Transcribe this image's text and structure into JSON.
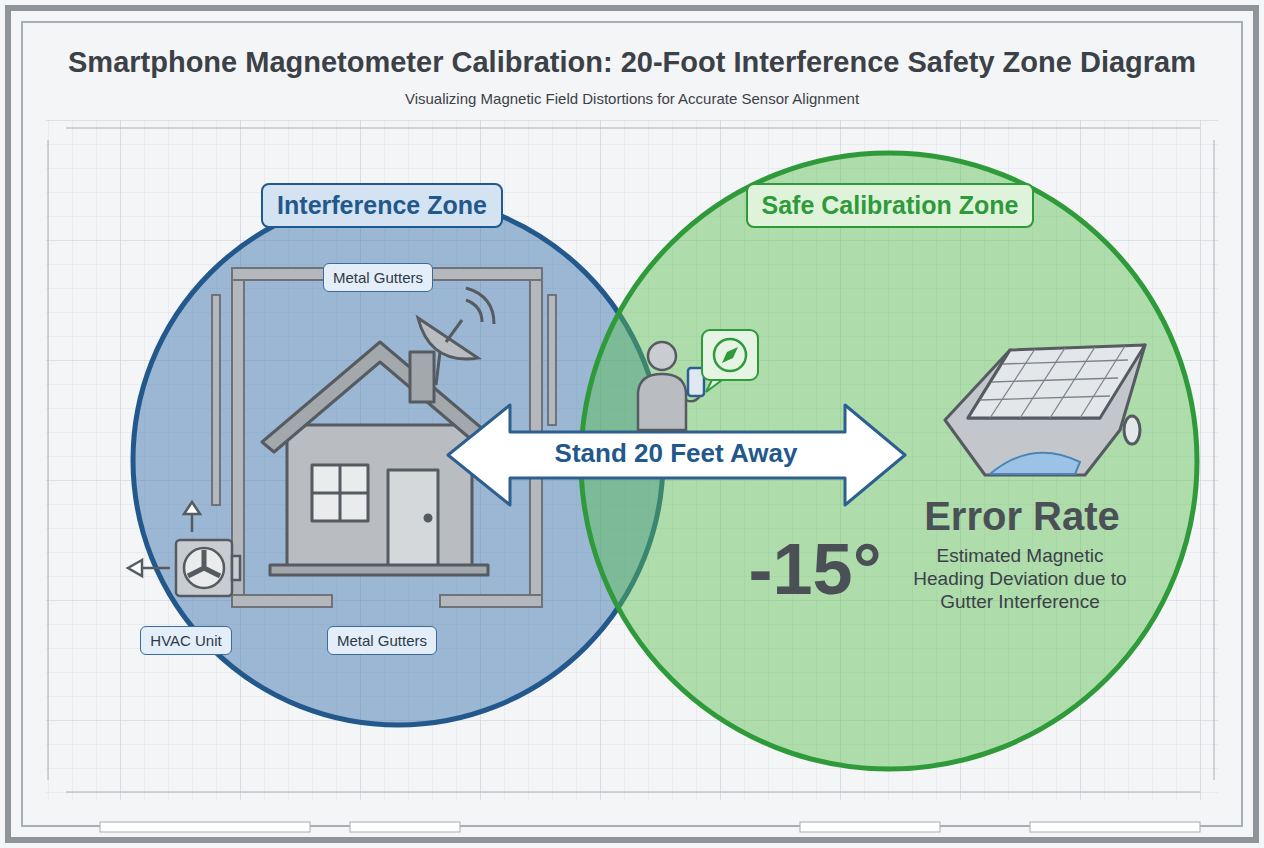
{
  "diagram": {
    "title": "Smartphone Magnetometer Calibration: 20-Foot Interference Safety Zone Diagram",
    "nodes": [
      {
        "text": [
          "Interference Zone"
        ]
      },
      {
        "text": [
          "Metal Gutters"
        ],
        "in": 0
      },
      {
        "text": [
          "HVAC Unit"
        ],
        "in": 0
      },
      {
        "text": [
          "Metal Gutters"
        ],
        "in": 0
      },
      {
        "text": [
          "Safe Calibration Zone"
        ]
      }
    ],
    "labels": [
      "Visualizing Magnetic Field Distortions for Accurate Sensor Alignment",
      "Stand 20 Feet Away",
      "Error Rate",
      "-15°",
      "Estimated Magnetic Heading Deviation due to Gutter Interference"
    ]
  }
}
